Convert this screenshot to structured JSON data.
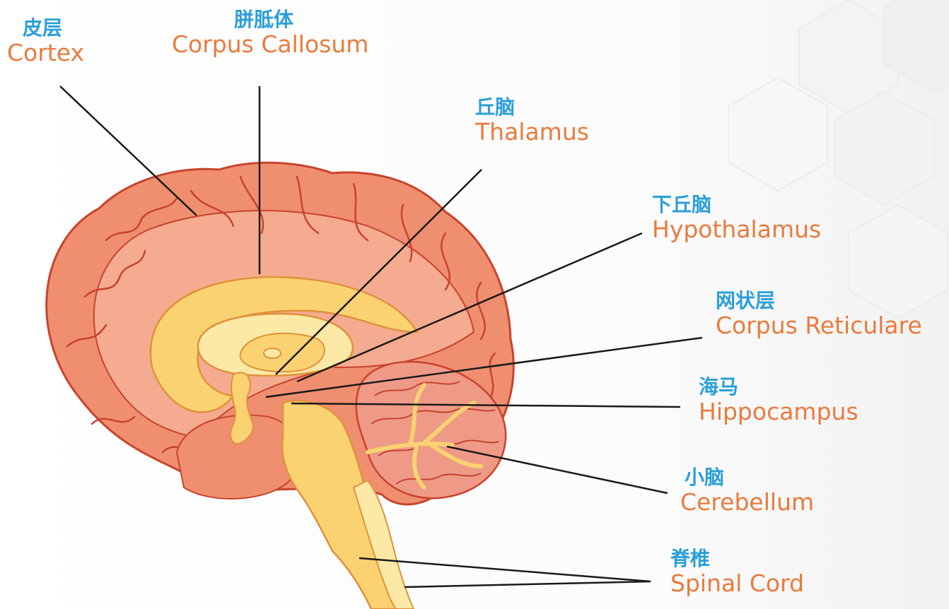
{
  "colors": {
    "chinese_label": "#2b9fd9",
    "english_label": "#ea7a3d",
    "leader_line": "#1a1a1a",
    "cortex_fill": "#ef8f70",
    "cortex_highlight": "#f5ab8f",
    "cortex_outline": "#c8432c",
    "inner_yellow": "#fbd272",
    "inner_pale": "#fde9a6",
    "inner_outline": "#e0913a",
    "cerebellum_fill": "#ee9a86"
  },
  "labels": {
    "cortex": {
      "zh": "皮层",
      "en": "Cortex"
    },
    "corpus_callosum": {
      "zh": "胼胝体",
      "en": "Corpus Callosum"
    },
    "thalamus": {
      "zh": "丘脑",
      "en": "Thalamus"
    },
    "hypothalamus": {
      "zh": "下丘脑",
      "en": "Hypothalamus"
    },
    "reticular": {
      "zh": "网状层",
      "en": "Corpus Reticulare"
    },
    "hippocampus": {
      "zh": "海马",
      "en": "Hippocampus"
    },
    "cerebellum": {
      "zh": "小脑",
      "en": "Cerebellum"
    },
    "spinal_cord": {
      "zh": "脊椎",
      "en": "Spinal Cord"
    }
  }
}
